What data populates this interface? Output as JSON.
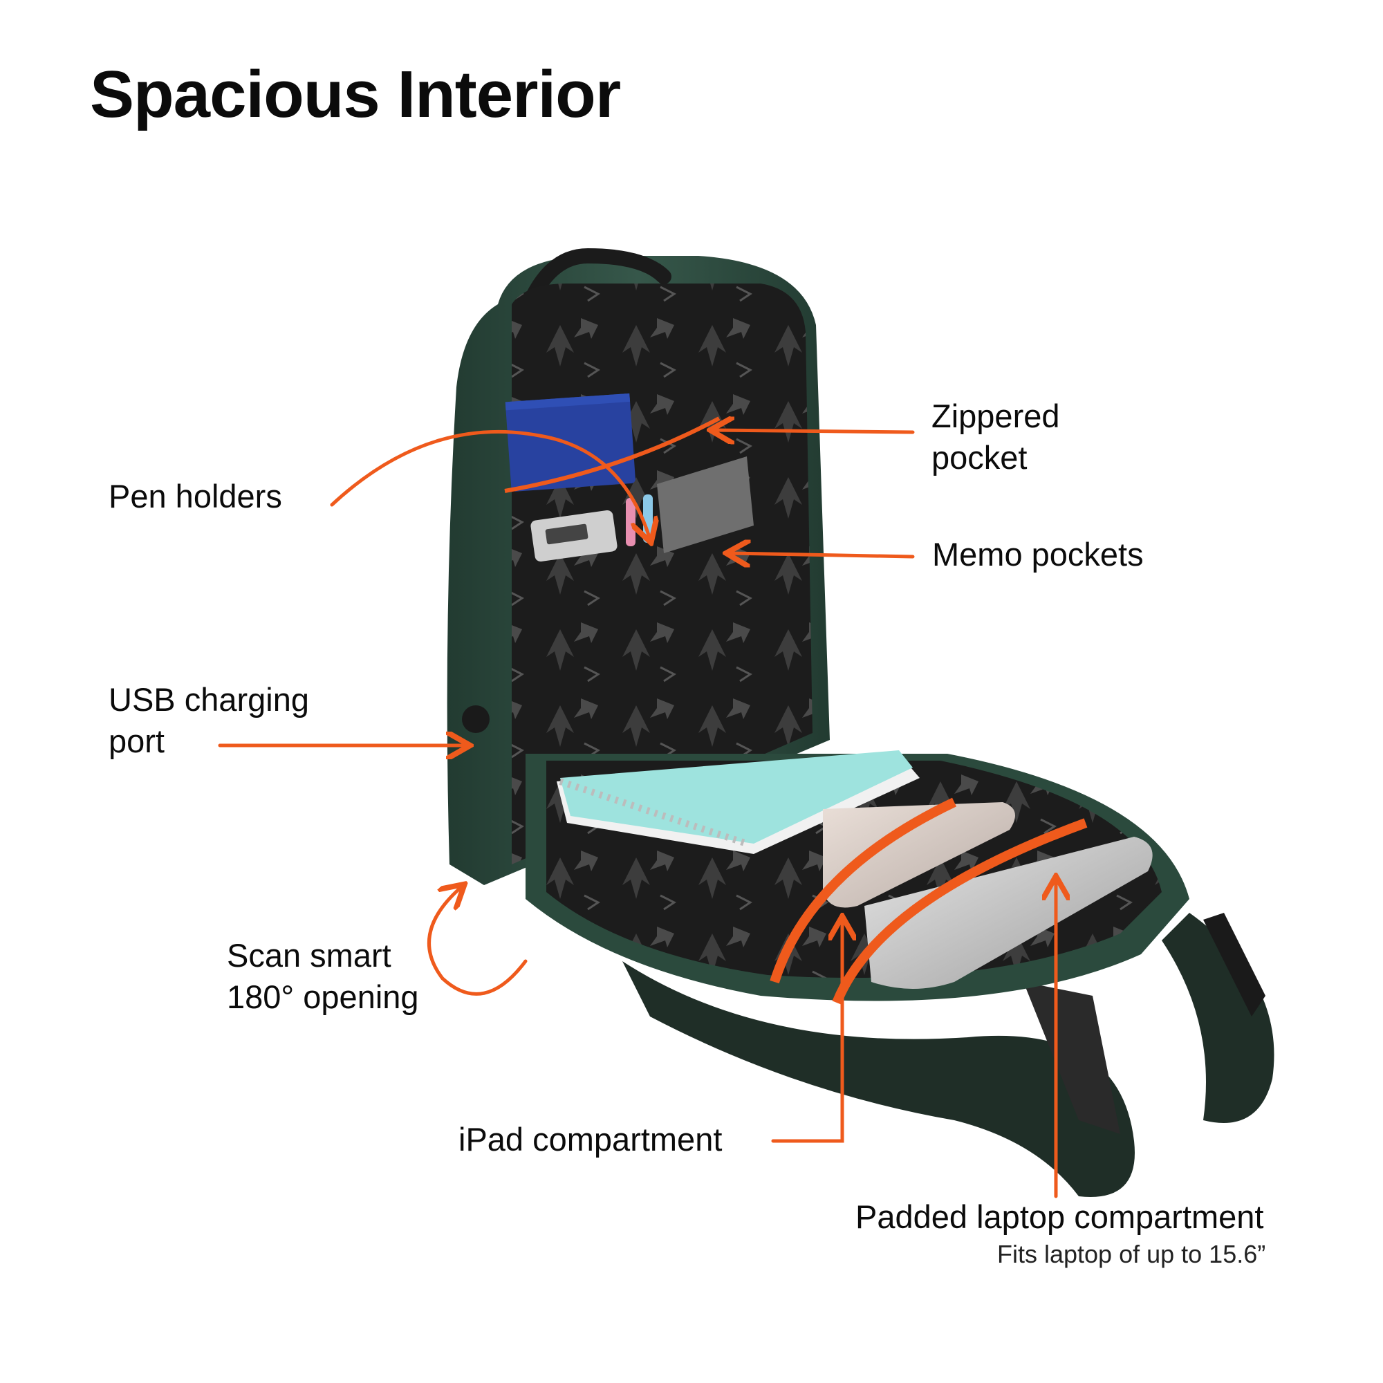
{
  "title": "Spacious Interior",
  "callouts": {
    "zippered_pocket": {
      "line1": "Zippered",
      "line2": "pocket"
    },
    "pen_holders": "Pen holders",
    "memo_pockets": "Memo pockets",
    "usb_port": {
      "line1": "USB charging",
      "line2": "port"
    },
    "scan_smart": {
      "line1": "Scan smart",
      "line2": "180° opening"
    },
    "ipad_compartment": "iPad compartment",
    "laptop_compartment": {
      "label": "Padded laptop compartment",
      "note": "Fits laptop of up to 15.6”"
    }
  },
  "colors": {
    "accent": "#ef5a1c",
    "bag_green": "#2c4a3c",
    "lining": "#1c1c1c"
  }
}
